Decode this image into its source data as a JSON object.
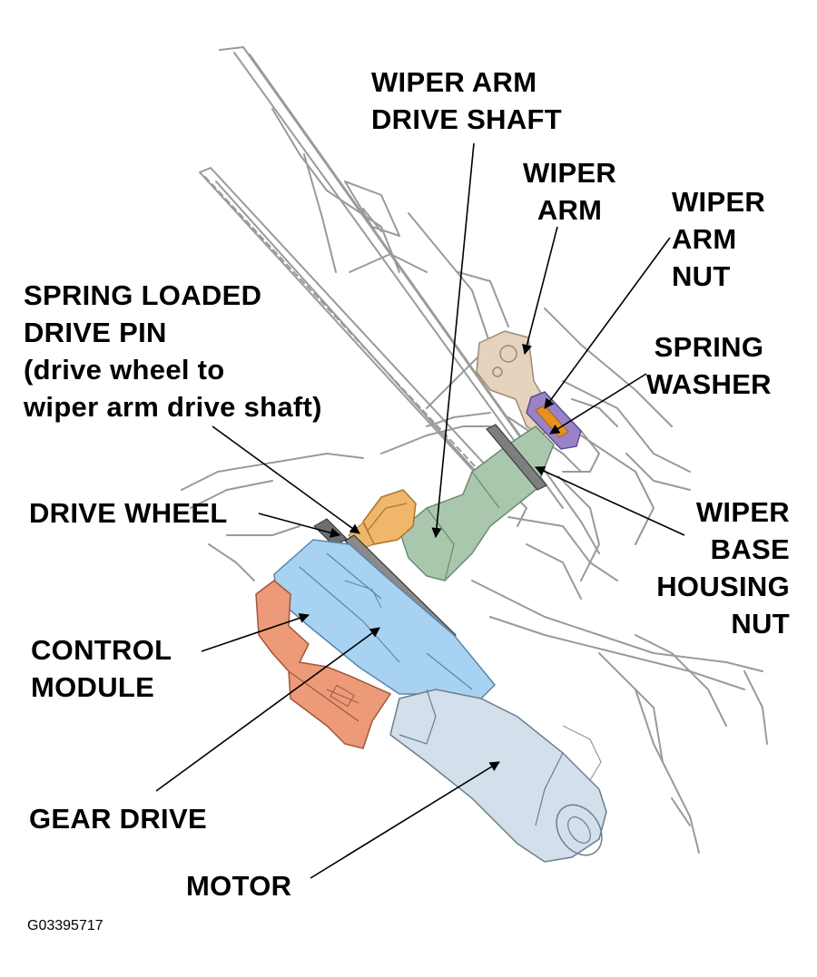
{
  "labels": {
    "wiper_arm_drive_shaft": [
      "WIPER ARM",
      "DRIVE SHAFT"
    ],
    "wiper_arm": [
      "WIPER",
      "ARM"
    ],
    "wiper_arm_nut": [
      "WIPER",
      "ARM",
      "NUT"
    ],
    "spring_loaded_drive_pin": [
      "SPRING LOADED",
      "DRIVE PIN",
      "(drive wheel to",
      "wiper arm drive shaft)"
    ],
    "spring_washer": [
      "SPRING",
      "WASHER"
    ],
    "drive_wheel": "DRIVE WHEEL",
    "wiper_base_housing_nut": [
      "WIPER",
      "BASE",
      "HOUSING",
      "NUT"
    ],
    "control_module": [
      "CONTROL",
      "MODULE"
    ],
    "gear_drive": "GEAR DRIVE",
    "motor": "MOTOR"
  },
  "figure_code": "G03395717",
  "colors": {
    "wiper_arm": "#e6d3bd",
    "wiper_arm_nut": "#9a82c8",
    "spring_washer": "#e8911e",
    "drive_shaft": "#a9c7ad",
    "drive_pin": "#f0b66a",
    "drive_wheel": "#8a8a8a",
    "gear_drive": "#a8d2f2",
    "control_module": "#ec9a78",
    "motor": "#d3e0ec",
    "line_art": "#8f8f8f"
  }
}
